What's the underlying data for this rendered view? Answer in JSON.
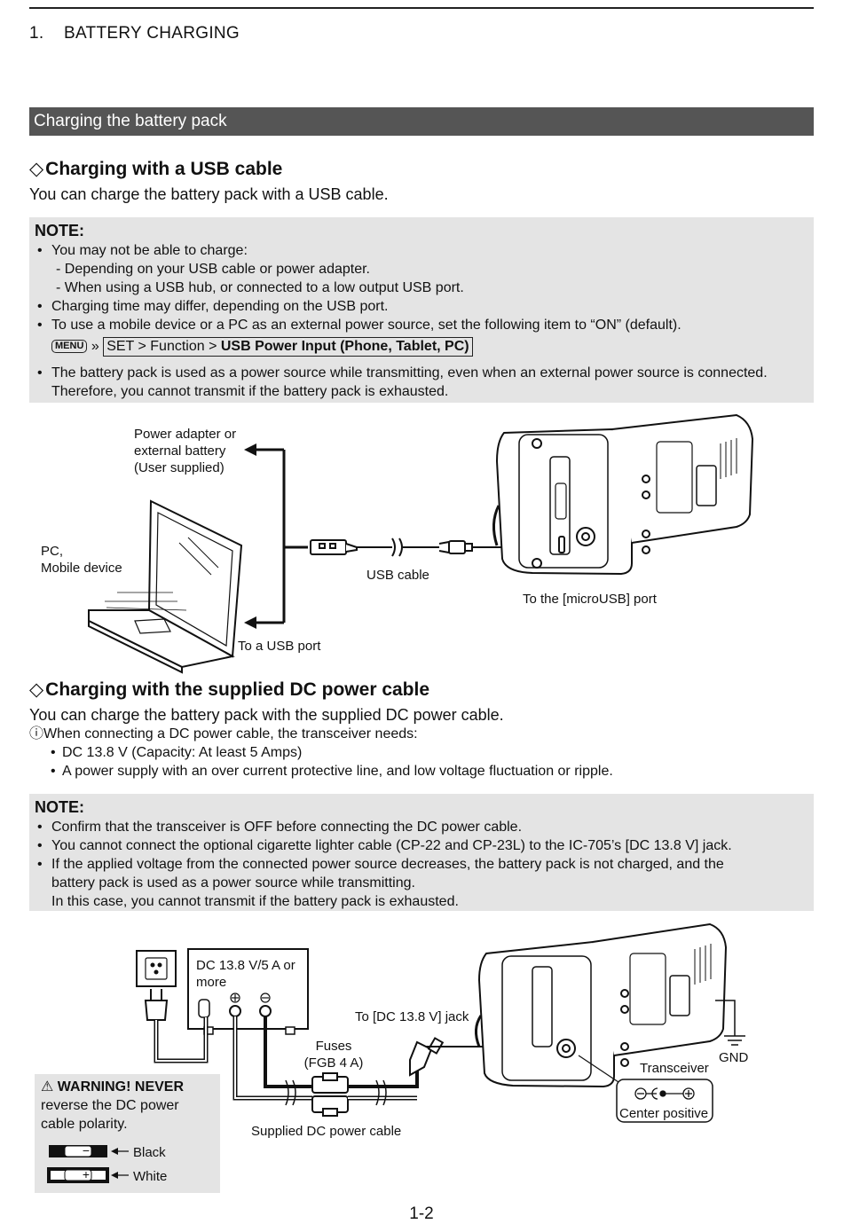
{
  "header": {
    "chapter_number": "1.",
    "chapter_title": "BATTERY CHARGING"
  },
  "section_title": "Charging the battery pack",
  "usb": {
    "heading_symbol": "◇",
    "heading": "Charging with a USB cable",
    "intro": "You can charge the battery pack with a USB cable.",
    "note": {
      "title": "NOTE:",
      "lines": [
        "You may not be able to charge:",
        "- Depending on your USB cable or power adapter.",
        "- When using a USB hub, or connected to a low output USB port.",
        "Charging time may differ, depending on the USB port.",
        "To use a mobile device or a PC as an external power source, set the following item to “ON” (default)."
      ],
      "menu_key": "MENU",
      "menu_arrow": "»",
      "menu_path_prefix": "SET > Function > ",
      "menu_path_item": "USB Power Input (Phone, Tablet, PC)",
      "last_bullet_1": "The battery pack is used as a power source while transmitting, even when an external power source is connected.",
      "last_bullet_2": "Therefore, you cannot transmit if the battery pack is exhausted."
    },
    "diagram": {
      "power_adapter_1": "Power adapter or",
      "power_adapter_2": "external battery",
      "power_adapter_3": "(User supplied)",
      "pc_1": "PC,",
      "pc_2": "Mobile device",
      "usb_cable": "USB cable",
      "microusb": "To the [microUSB] port",
      "usb_port": "To a USB port"
    }
  },
  "dc": {
    "heading_symbol": "◇",
    "heading": "Charging with the supplied DC power cable",
    "intro": "You can charge the battery pack with the supplied DC power cable.",
    "info_symbol": "ⓘ",
    "info": "When connecting a DC power cable, the transceiver needs:",
    "needs": [
      "DC 13.8 V (Capacity: At least 5 Amps)",
      "A power supply with an over current protective line, and low voltage fluctuation or ripple."
    ],
    "note": {
      "title": "NOTE:",
      "lines": [
        "Confirm that the transceiver is OFF before connecting the DC power cable.",
        "You cannot connect the optional cigarette lighter cable (CP-22 and CP-23L) to the IC-705’s [DC 13.8 V] jack.",
        "If the applied voltage from the connected power source decreases, the battery pack is not charged, and the",
        "battery pack is used as a power source while transmitting.",
        "In this case, you cannot transmit if the battery pack is exhausted."
      ]
    },
    "diagram": {
      "psu_1": "DC 13.8 V/5 A or",
      "psu_2": "more",
      "dc_jack": "To [DC 13.8 V] jack",
      "fuses_1": "Fuses",
      "fuses_2": "(FGB 4 A)",
      "transceiver": "Transceiver",
      "gnd": "GND",
      "center_positive": "Center positive",
      "cable": "Supplied DC power cable"
    },
    "warning": {
      "title": "⚠ WARNING! NEVER",
      "line2": "reverse the DC power",
      "line3": "cable polarity.",
      "minus_symbol": "−",
      "plus_symbol": "+",
      "black": "Black",
      "white": "White"
    }
  },
  "page_number": "1-2"
}
